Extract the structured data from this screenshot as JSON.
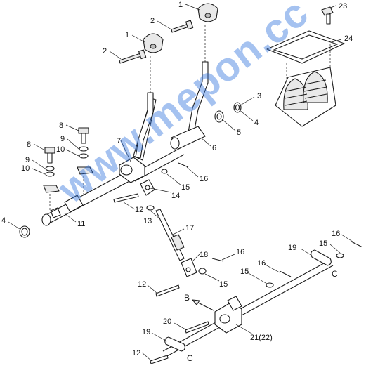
{
  "callouts": [
    {
      "id": "c1a",
      "text": "1"
    },
    {
      "id": "c1b",
      "text": "1"
    },
    {
      "id": "c2a",
      "text": "2"
    },
    {
      "id": "c2b",
      "text": "2"
    },
    {
      "id": "c3",
      "text": "3"
    },
    {
      "id": "c4a",
      "text": "4"
    },
    {
      "id": "c4b",
      "text": "4"
    },
    {
      "id": "c5",
      "text": "5"
    },
    {
      "id": "c6",
      "text": "6"
    },
    {
      "id": "c7",
      "text": "7"
    },
    {
      "id": "c8a",
      "text": "8"
    },
    {
      "id": "c8b",
      "text": "8"
    },
    {
      "id": "c9a",
      "text": "9"
    },
    {
      "id": "c9b",
      "text": "9"
    },
    {
      "id": "c10a",
      "text": "10"
    },
    {
      "id": "c10b",
      "text": "10"
    },
    {
      "id": "c11",
      "text": "11"
    },
    {
      "id": "c12a",
      "text": "12"
    },
    {
      "id": "c12b",
      "text": "12"
    },
    {
      "id": "c12c",
      "text": "12"
    },
    {
      "id": "c13",
      "text": "13"
    },
    {
      "id": "c14",
      "text": "14"
    },
    {
      "id": "c15a",
      "text": "15"
    },
    {
      "id": "c15b",
      "text": "15"
    },
    {
      "id": "c15c",
      "text": "15"
    },
    {
      "id": "c15d",
      "text": "15"
    },
    {
      "id": "c16a",
      "text": "16"
    },
    {
      "id": "c16b",
      "text": "16"
    },
    {
      "id": "c16c",
      "text": "16"
    },
    {
      "id": "c16d",
      "text": "16"
    },
    {
      "id": "c17",
      "text": "17"
    },
    {
      "id": "c18",
      "text": "18"
    },
    {
      "id": "c19a",
      "text": "19"
    },
    {
      "id": "c19b",
      "text": "19"
    },
    {
      "id": "c20",
      "text": "20"
    },
    {
      "id": "c21",
      "text": "21(22)"
    },
    {
      "id": "c23",
      "text": "23"
    },
    {
      "id": "c24",
      "text": "24"
    }
  ],
  "view_labels": {
    "b": "B",
    "c_top": "C",
    "c_bottom": "C"
  },
  "watermark": "www.mepon.cc",
  "colors": {
    "ink": "#1a1a1a",
    "watermark": "#286edc",
    "background": "#ffffff"
  }
}
